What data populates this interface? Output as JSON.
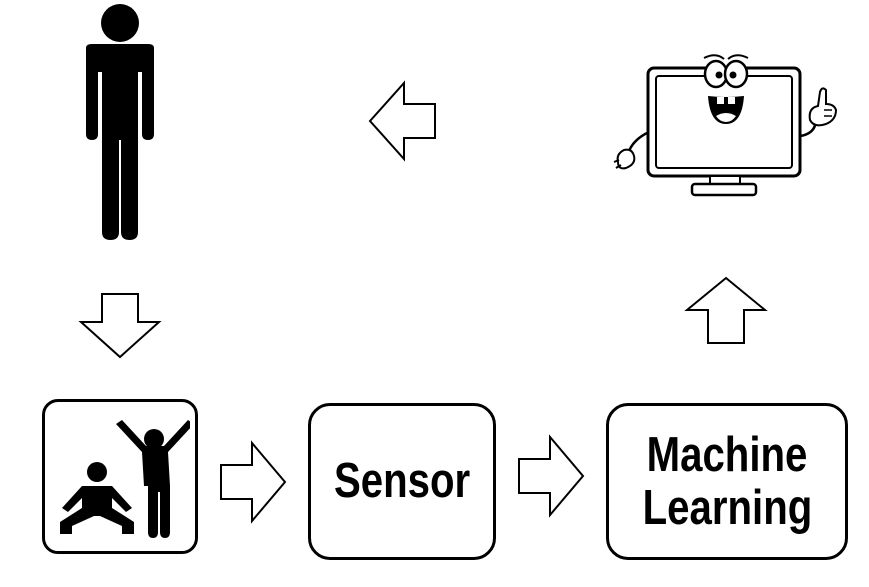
{
  "nodes": {
    "sensor": {
      "label": "Sensor"
    },
    "ml": {
      "line1": "Machine",
      "line2": "Learning"
    }
  },
  "icons": {
    "person": "person-icon",
    "activity": "activity-icon",
    "monitor": "cartoon-monitor-icon",
    "arrow_left": "arrow-left-icon",
    "arrow_down": "arrow-down-icon",
    "arrow_right": "arrow-right-icon",
    "arrow_up": "arrow-up-icon"
  },
  "colors": {
    "stroke": "#000000",
    "background": "#ffffff"
  }
}
